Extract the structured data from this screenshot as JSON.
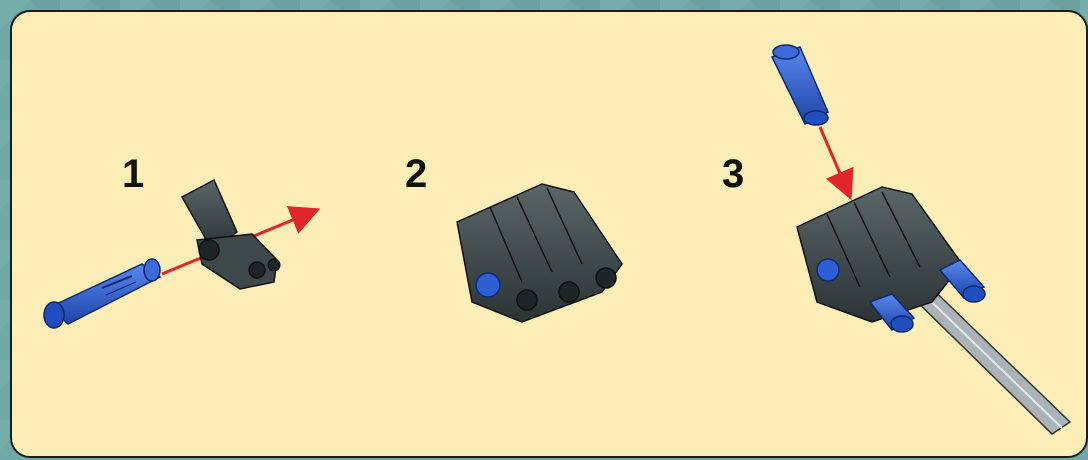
{
  "steps": [
    {
      "number": "1"
    },
    {
      "number": "2"
    },
    {
      "number": "3"
    }
  ],
  "colors": {
    "background": "#6fa9a7",
    "panel": "#fdeeb8",
    "part_dark": "#3f4a4c",
    "part_blue": "#2d5fd4",
    "arrow": "#e0252b",
    "axle": "#a9b3b8"
  },
  "icons": [
    "blue-pin-icon",
    "angle-connector-icon",
    "red-arrow-icon",
    "axle-icon"
  ]
}
